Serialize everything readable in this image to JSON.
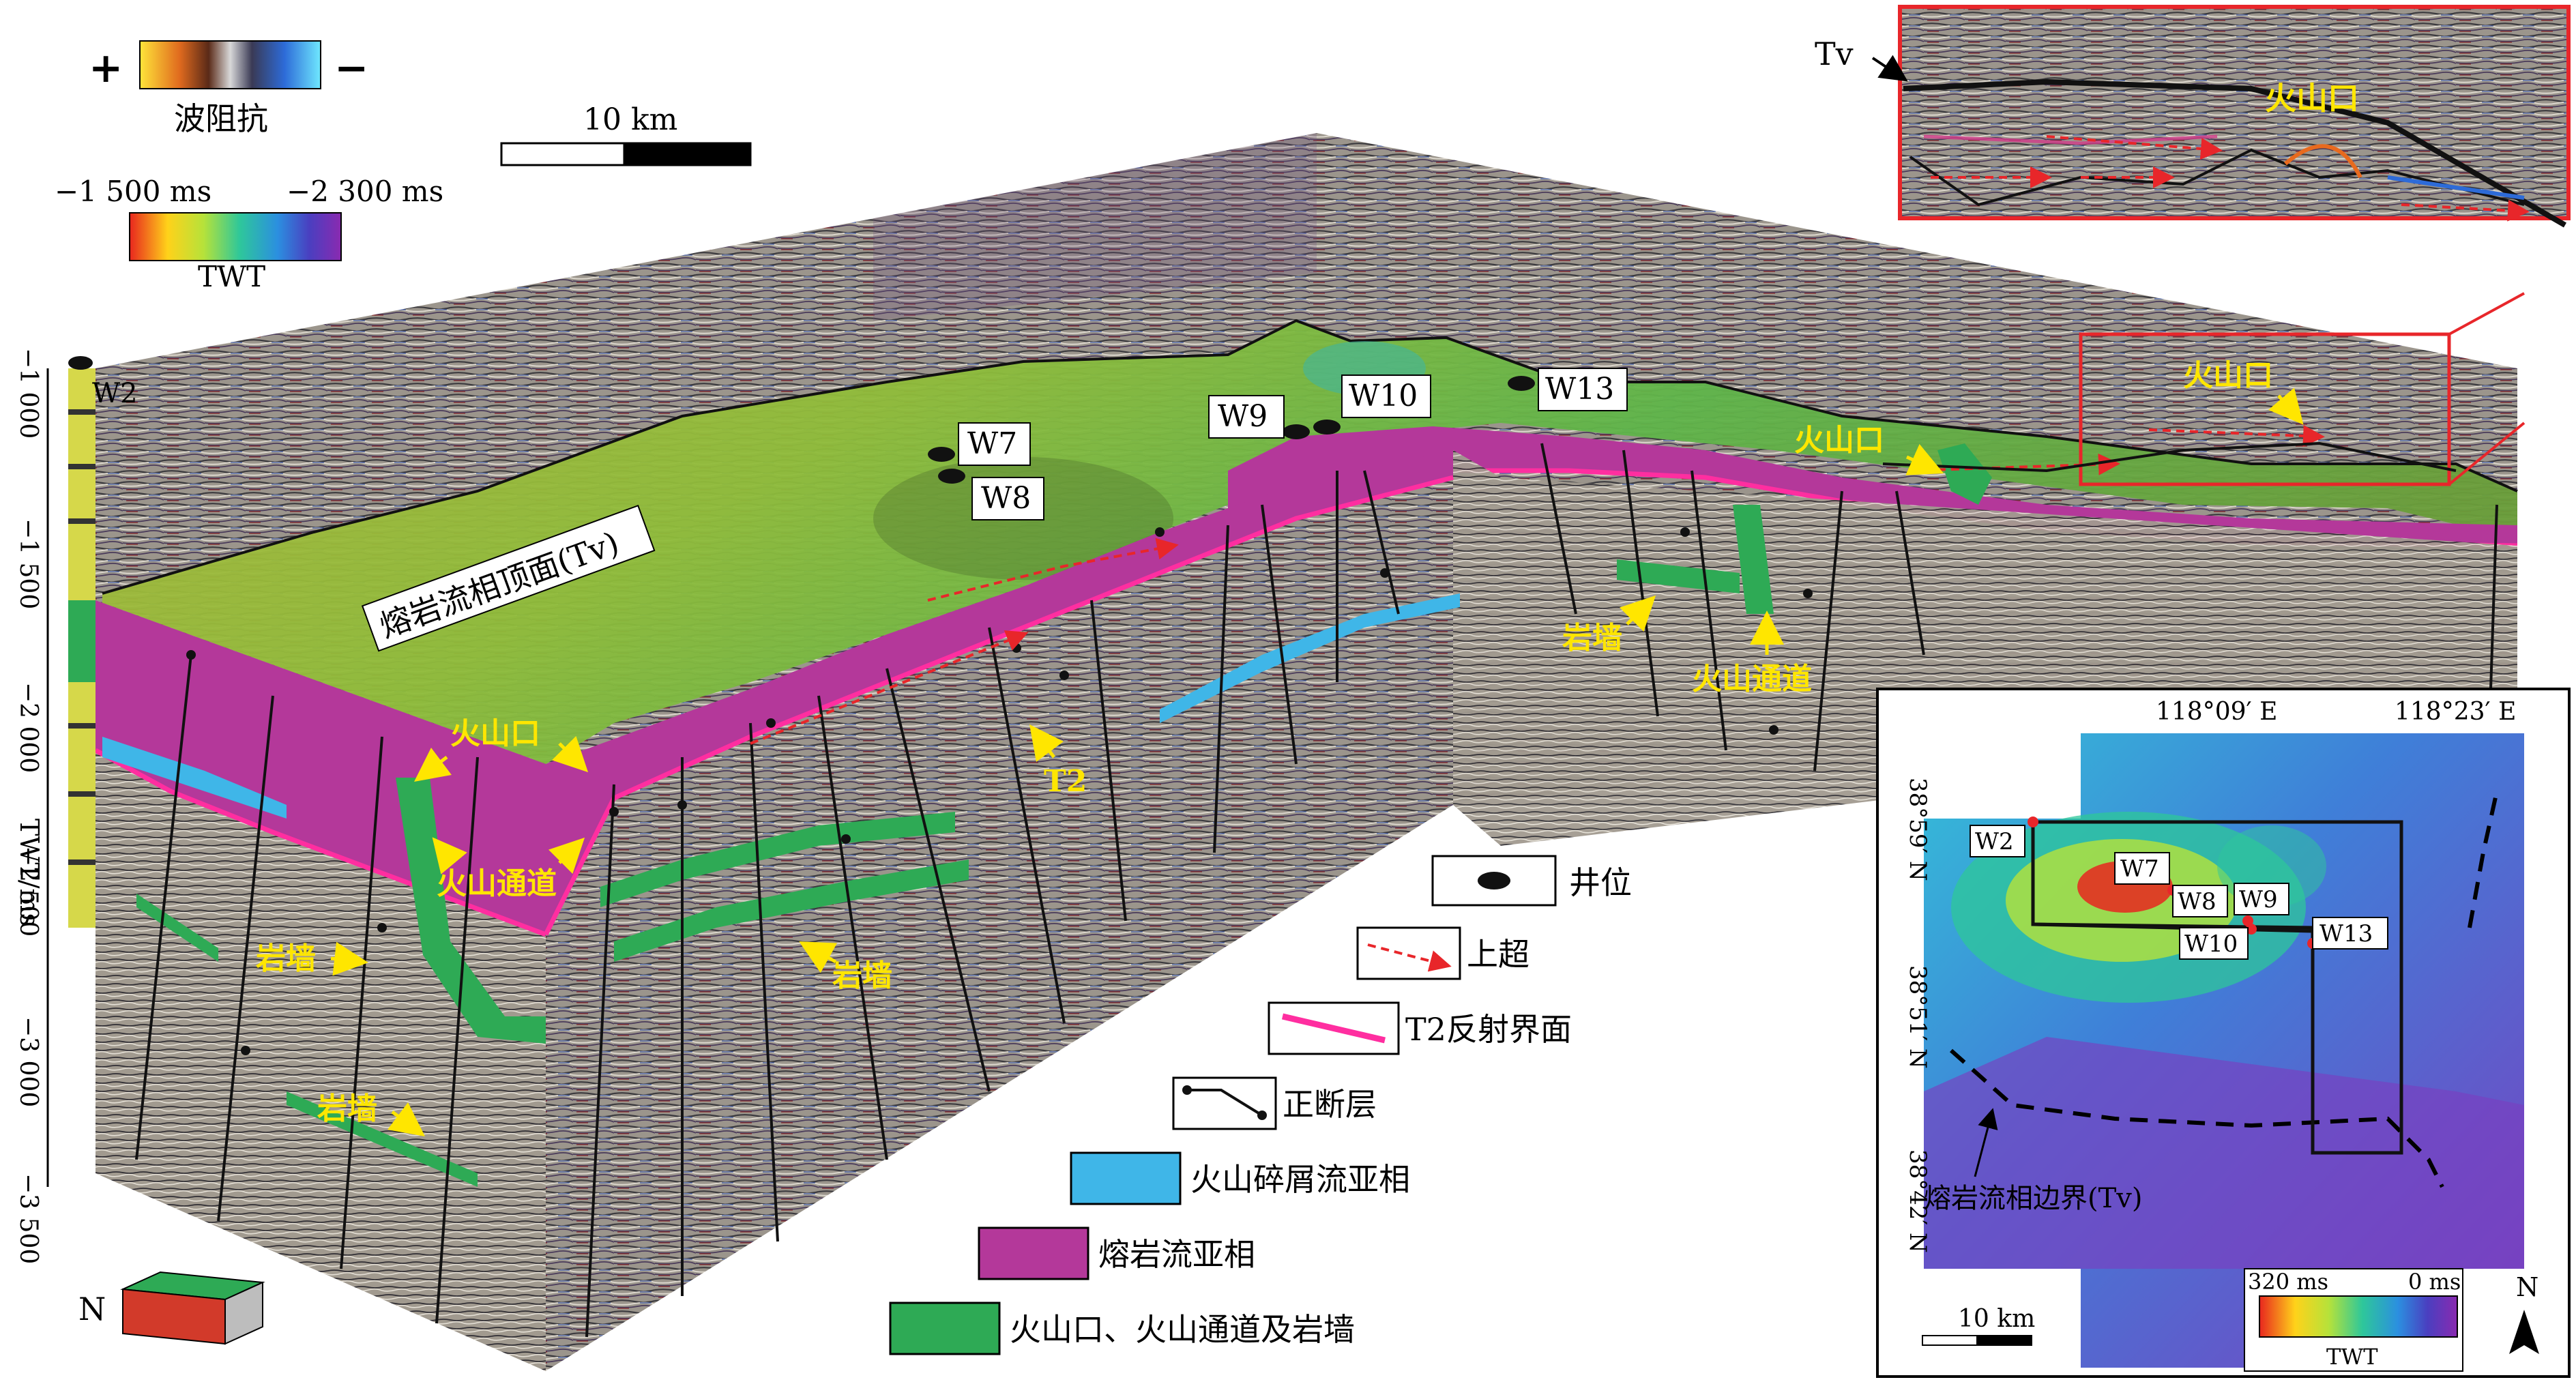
{
  "impedance": {
    "plus": "+",
    "minus": "−",
    "label": "波阻抗"
  },
  "scale_main": {
    "label": "10 km"
  },
  "twt_bar": {
    "min": "−1 500 ms",
    "max": "−2 300 ms",
    "label": "TWT"
  },
  "axis": {
    "ticks": [
      "−1 000",
      "−1 500",
      "−2 000",
      "−2 500",
      "−3 000",
      "−3 500"
    ],
    "label": "TWT/ms"
  },
  "wells": {
    "w2": "W2",
    "w7": "W7",
    "w8": "W8",
    "w9": "W9",
    "w10": "W10",
    "w13": "W13"
  },
  "annotations": {
    "tv_surface": "熔岩流相顶面(Tv)",
    "crater": "火山口",
    "conduit": "火山通道",
    "dike": "岩墙",
    "t2": "T2",
    "tv": "Tv"
  },
  "legend": [
    {
      "text": "井位"
    },
    {
      "text": "上超"
    },
    {
      "text": "T2反射界面"
    },
    {
      "text": "正断层"
    },
    {
      "text": "火山碎屑流亚相"
    },
    {
      "text": "熔岩流亚相"
    },
    {
      "text": "火山口、火山通道及岩墙"
    }
  ],
  "map": {
    "lon1": "118°09′ E",
    "lon2": "118°23′ E",
    "lat1": "38°59′ N",
    "lat2": "38°51′ N",
    "lat3": "38°42′ N",
    "boundary": "熔岩流相边界(Tv)",
    "scale": "10 km",
    "twt_min": "320 ms",
    "twt_max": "0 ms",
    "twt_label": "TWT",
    "north": "N",
    "wells": {
      "w2": "W2",
      "w7": "W7",
      "w8": "W8",
      "w9": "W9",
      "w10": "W10",
      "w13": "W13"
    }
  },
  "north_main": "N",
  "colors": {
    "lava": "#b4389a",
    "pyroclastic": "#3fb6e8",
    "volcanic": "#2eaa55",
    "t2": "#ff2ea0",
    "onlap": "#e8262a"
  }
}
